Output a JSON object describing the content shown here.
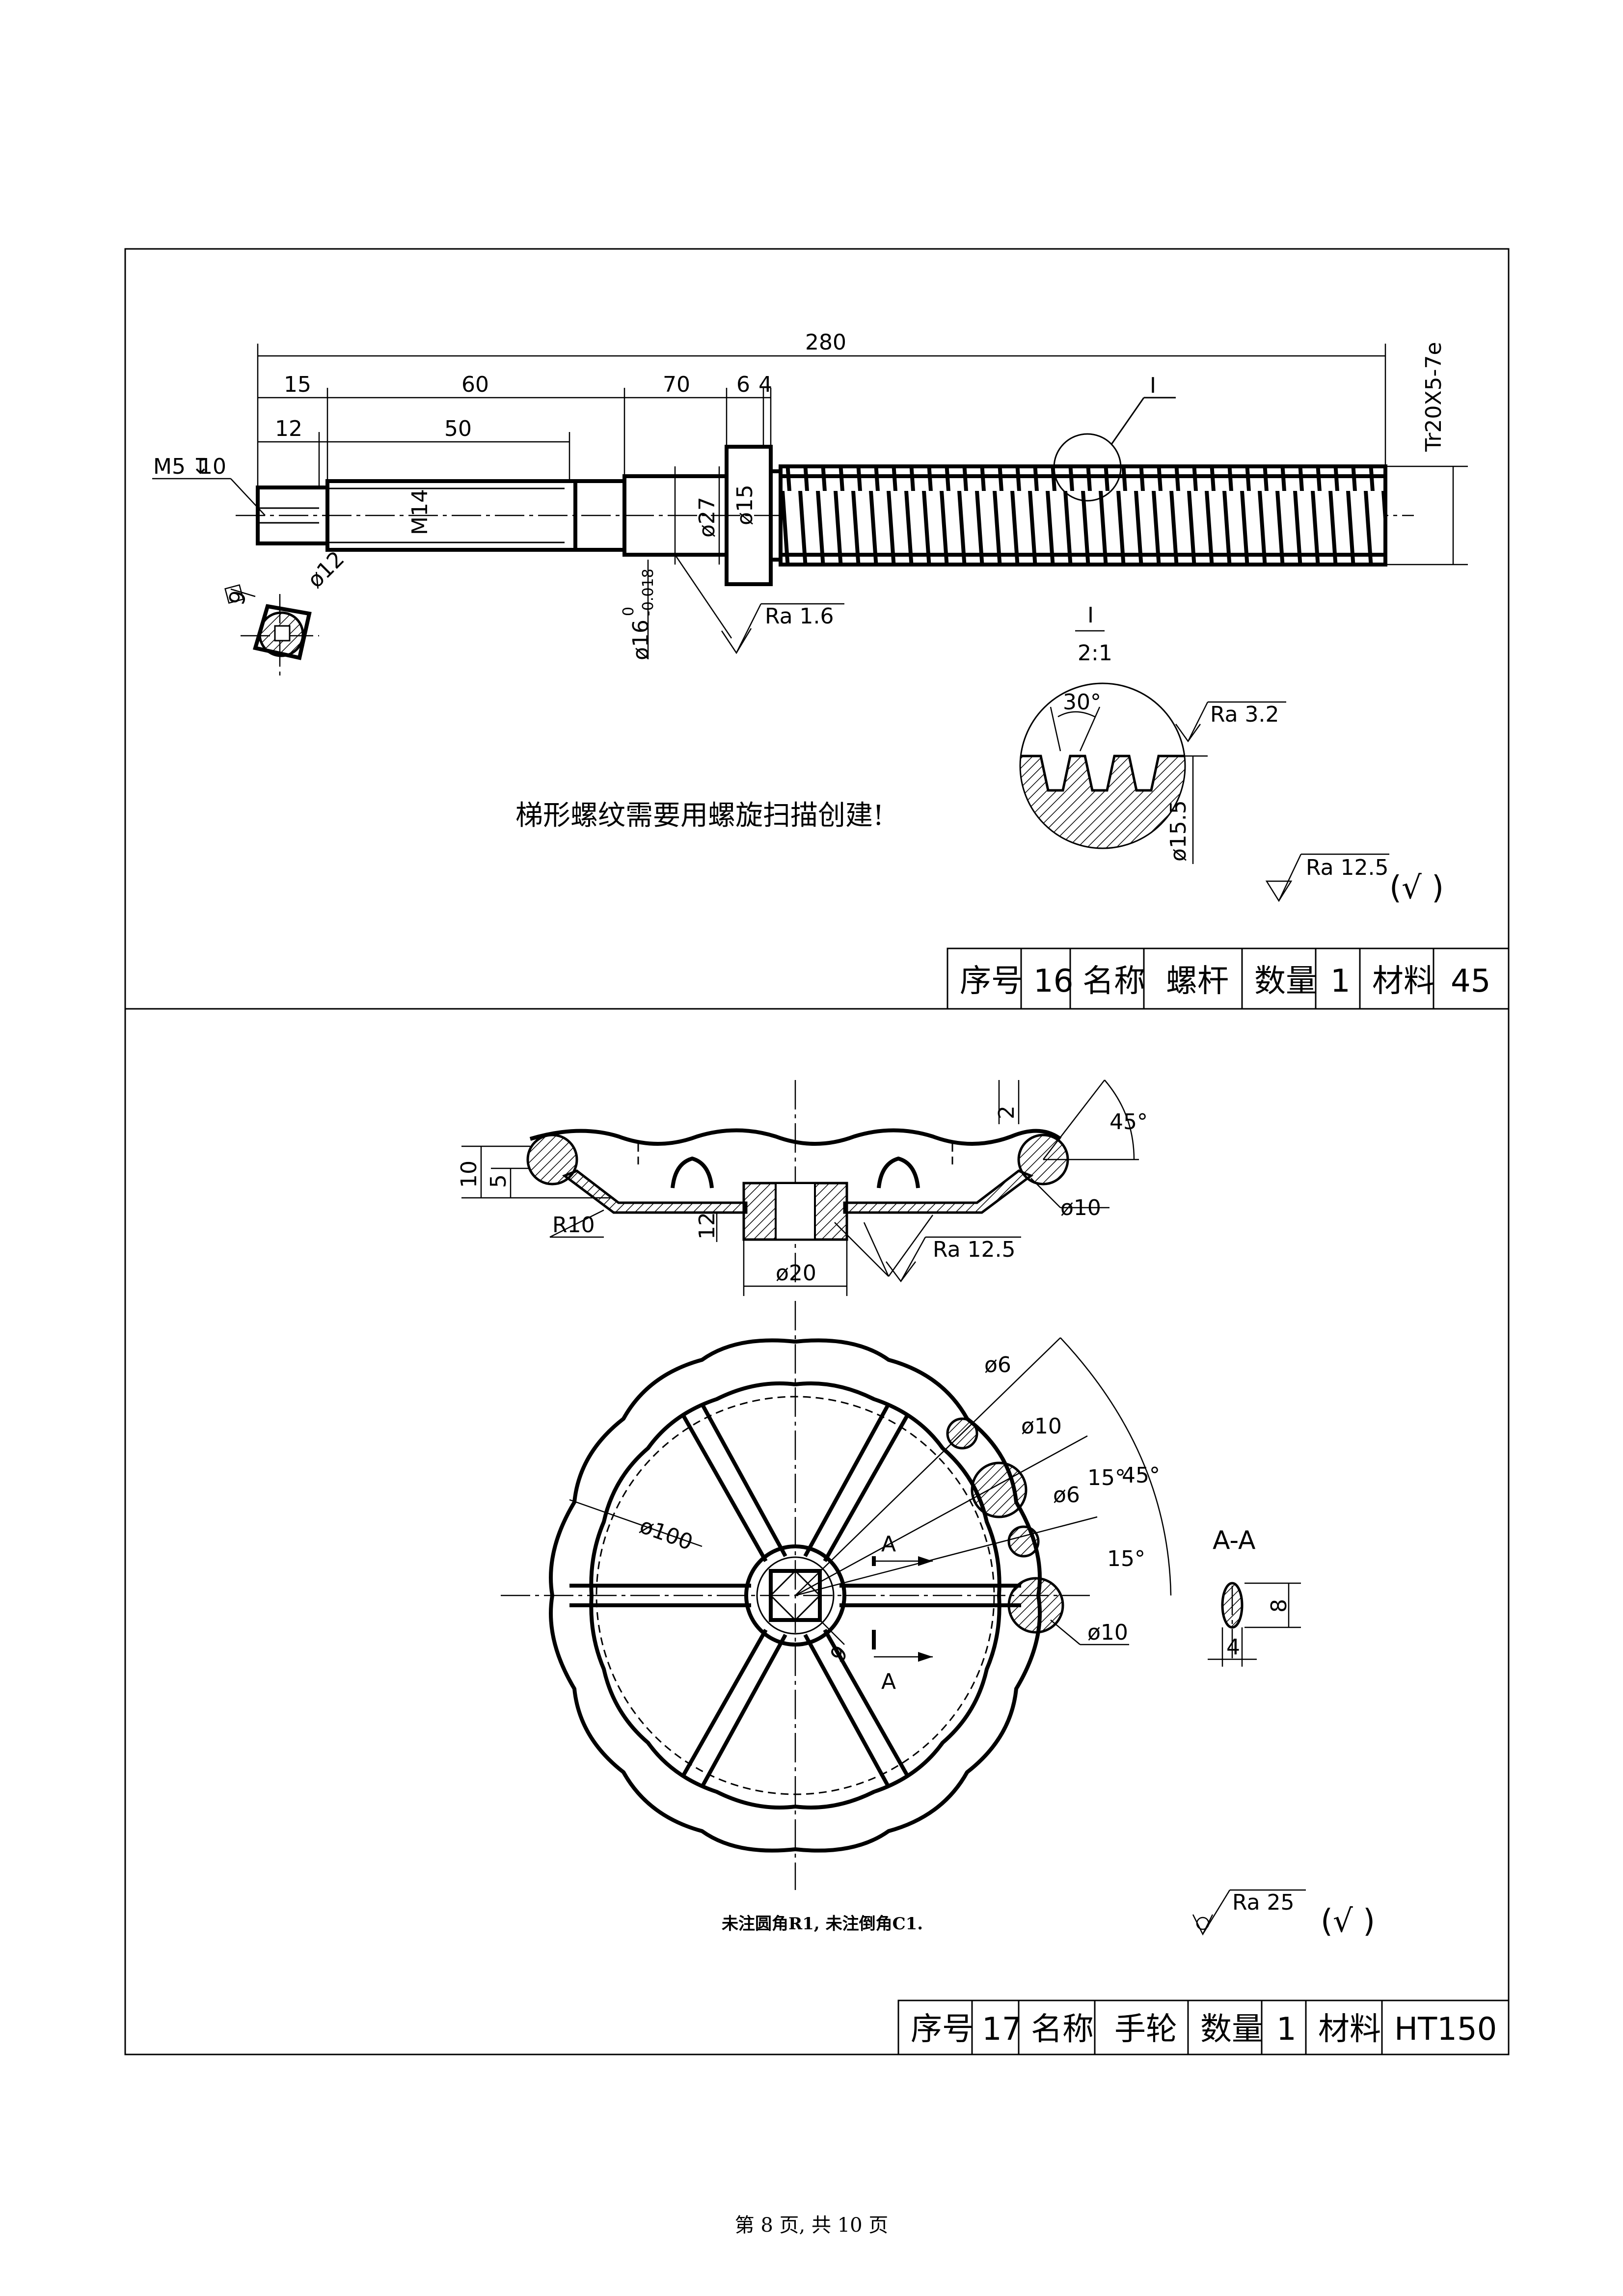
{
  "part1": {
    "dims": {
      "total": "280",
      "d15": "15",
      "d60": "60",
      "d70": "70",
      "d6": "6",
      "d4": "4",
      "d12": "12",
      "d50": "50",
      "m5": "M5",
      "depth10": "10",
      "m14": "M14",
      "phi27": "ø27",
      "phi15": "ø15",
      "phi16": "ø16",
      "tol_upper": "0",
      "tol_lower": "-0.018",
      "phi12": "ø12",
      "sq9": "9",
      "thread": "Tr20X5-7e",
      "detail_id": "I"
    },
    "ra_shaft": "Ra  1.6",
    "detail": {
      "label": "I",
      "scale": "2:1",
      "angle": "30°",
      "ra": "Ra  3.2",
      "phi": "ø15.5"
    },
    "note": "梯形螺纹需要用螺旋扫描创建!",
    "general_ra": "Ra  12.5",
    "general_mark": "(√ )",
    "title_block": {
      "seq_label": "序号",
      "seq": "16",
      "name_label": "名称",
      "name": "螺杆",
      "qty_label": "数量",
      "qty": "1",
      "material_label": "材料",
      "material": "45"
    }
  },
  "part2": {
    "side_dims": {
      "h10": "10",
      "h5": "5",
      "r10": "R10",
      "h12": "12",
      "phi20": "ø20",
      "ra": "Ra  12.5",
      "angle45": "45°",
      "gap2": "2",
      "phi10": "ø10"
    },
    "front_dims": {
      "phi6a": "ø6",
      "phi10a": "ø10",
      "a15a": "15°",
      "a45": "45°",
      "phi6b": "ø6",
      "a15b": "15°",
      "phi100": "ø100",
      "cut_a": "A",
      "cut_b": "A",
      "sq9": "9",
      "phi10b": "ø10"
    },
    "section": {
      "title": "A-A",
      "h8": "8",
      "w4": "4"
    },
    "note": "未注圆角R1, 未注倒角C1.",
    "general_ra": "Ra  25",
    "general_mark": "(√ )",
    "title_block": {
      "seq_label": "序号",
      "seq": "17",
      "name_label": "名称",
      "name": "手轮",
      "qty_label": "数量",
      "qty": "1",
      "material_label": "材料",
      "material": "HT150"
    }
  },
  "footer": "第 8 页, 共 10 页"
}
